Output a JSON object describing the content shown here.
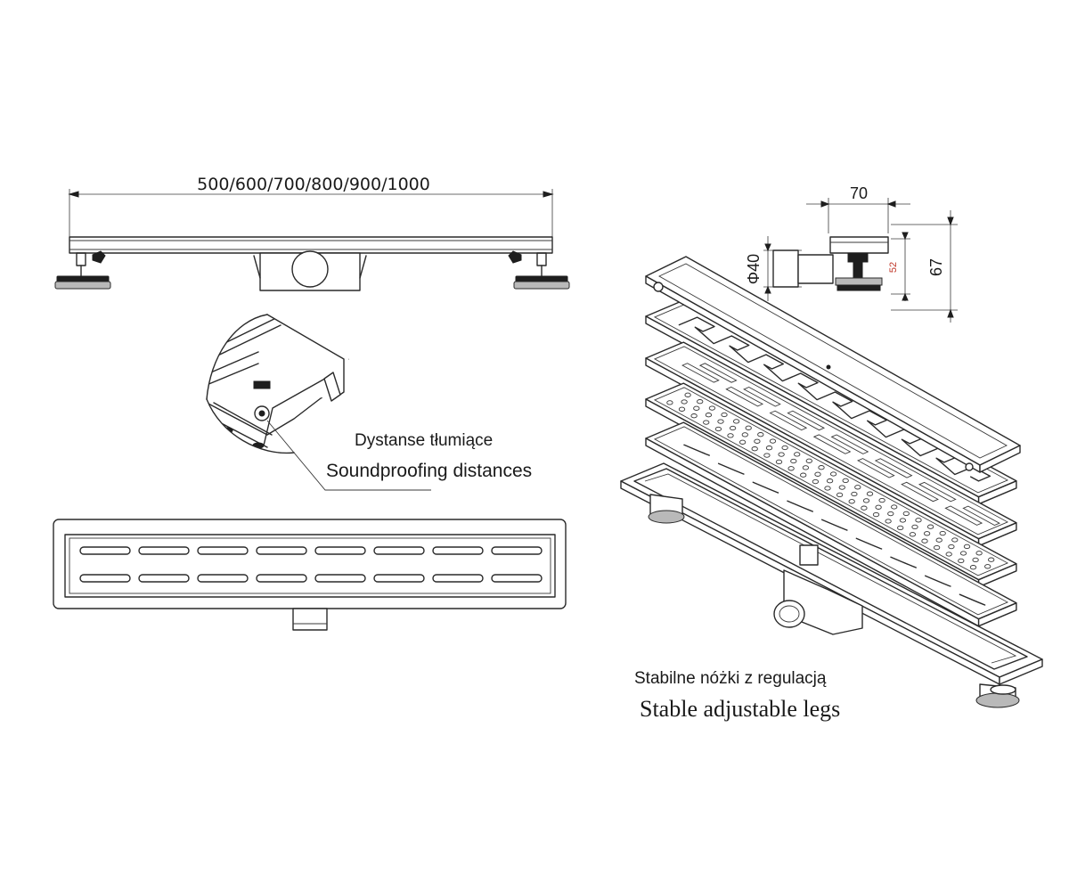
{
  "dimensions": {
    "length": "500/600/700/800/900/1000",
    "width": "70",
    "pipe_diameter": "Φ40",
    "height_outer": "67",
    "height_inner": "52"
  },
  "callouts": {
    "soundproofing_pl": "Dystanse tłumiące",
    "soundproofing_en": "Soundproofing distances",
    "legs_pl": "Stabilne nóżki z regulacją",
    "legs_en": "Stable adjustable legs"
  },
  "colors": {
    "line": "#2a2a2a",
    "accent_dimension": "#c0392b"
  }
}
